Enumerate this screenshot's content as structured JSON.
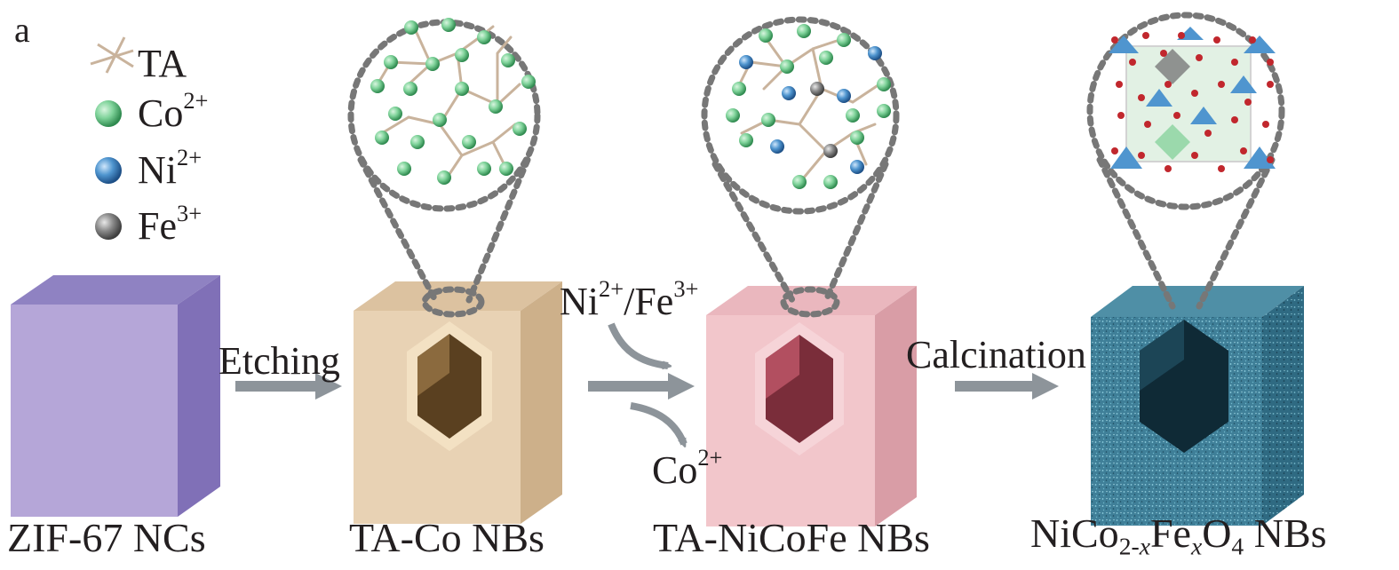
{
  "panel_label": "a",
  "legend": {
    "items": [
      {
        "name": "TA",
        "symbol": "ta-linker-icon",
        "color": "#c9b39c"
      },
      {
        "name": "Co",
        "charge": "2+",
        "symbol": "green-sphere-icon",
        "color": "#7fd39a"
      },
      {
        "name": "Ni",
        "charge": "2+",
        "symbol": "blue-sphere-icon",
        "color": "#4f95cf"
      },
      {
        "name": "Fe",
        "charge": "3+",
        "symbol": "gray-sphere-icon",
        "color": "#8a8a8a"
      }
    ]
  },
  "steps": {
    "etching": "Etching",
    "exchange_in": {
      "ion1": "Ni",
      "ion1_charge": "2+",
      "sep": "/",
      "ion2": "Fe",
      "ion2_charge": "3+"
    },
    "exchange_out": {
      "ion": "Co",
      "charge": "2+"
    },
    "calcination": "Calcination"
  },
  "products": {
    "zif": "ZIF-67 NCs",
    "taco": "TA-Co NBs",
    "tanicofe": "TA-NiCoFe NBs",
    "nicofe": {
      "a": "NiCo",
      "sub1": "2-",
      "x1": "x",
      "b": "Fe",
      "x2": "x",
      "c": "O",
      "sub2": "4",
      "d": " NBs"
    }
  },
  "colors": {
    "zif_top": "#8f82c2",
    "zif_front": "#b5a6d8",
    "zif_right": "#8070b7",
    "taco_top": "#dcc2a0",
    "taco_front": "#e8d2b4",
    "taco_right": "#cdb08a",
    "taco_inner": "#5a4020",
    "nicofe_top": "#eab7be",
    "nicofe_front": "#f2c6cb",
    "nicofe_right": "#d99da6",
    "nicofe_inner": "#7a2d3a",
    "calc_top": "#4f8fa6",
    "calc_front": "#3f7f98",
    "calc_right": "#2f6a82",
    "calc_inner": "#0f2a36",
    "arrow": "#8d949a",
    "dots": "#777777"
  }
}
